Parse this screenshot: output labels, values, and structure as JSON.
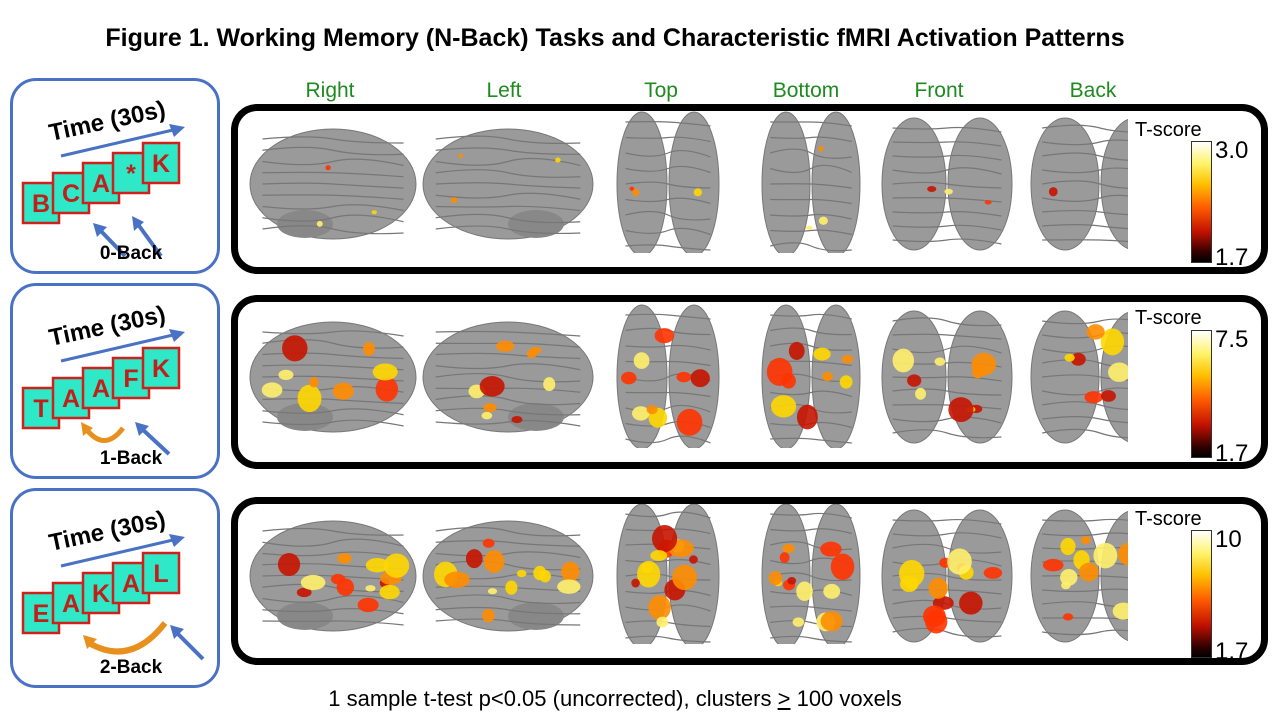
{
  "figure": {
    "title": "Figure 1. Working Memory (N-Back) Tasks and Characteristic fMRI Activation Patterns",
    "views": [
      "Right",
      "Left",
      "Top",
      "Bottom",
      "Front",
      "Back"
    ],
    "footer": {
      "before": "1 sample t-test p<0.05 (uncorrected), clusters ",
      "ge": ">",
      "after": " 100   voxels"
    }
  },
  "tasks": [
    {
      "time_label": "Time (30s)",
      "letters": [
        "B",
        "C",
        "A",
        "*",
        "K"
      ],
      "label": "0-Back"
    },
    {
      "time_label": "Time (30s)",
      "letters": [
        "T",
        "A",
        "A",
        "F",
        "K"
      ],
      "label": "1-Back"
    },
    {
      "time_label": "Time (30s)",
      "letters": [
        "E",
        "A",
        "K",
        "A",
        "L"
      ],
      "label": "2-Back"
    }
  ],
  "panels": [
    {
      "tscore_label": "T-score",
      "max": "3.0",
      "min": "1.7"
    },
    {
      "tscore_label": "T-score",
      "max": "7.5",
      "min": "1.7"
    },
    {
      "tscore_label": "T-score",
      "max": "10",
      "min": "1.7"
    }
  ],
  "colors": {
    "card_fill": "#2ee8c8",
    "card_border": "#d0201a",
    "letter": "#c0201a",
    "arrow_blue": "#4a72c4",
    "arrow_orange": "#e8901e",
    "view_label": "#1f8a1f",
    "brain": "#9a9a9a"
  }
}
